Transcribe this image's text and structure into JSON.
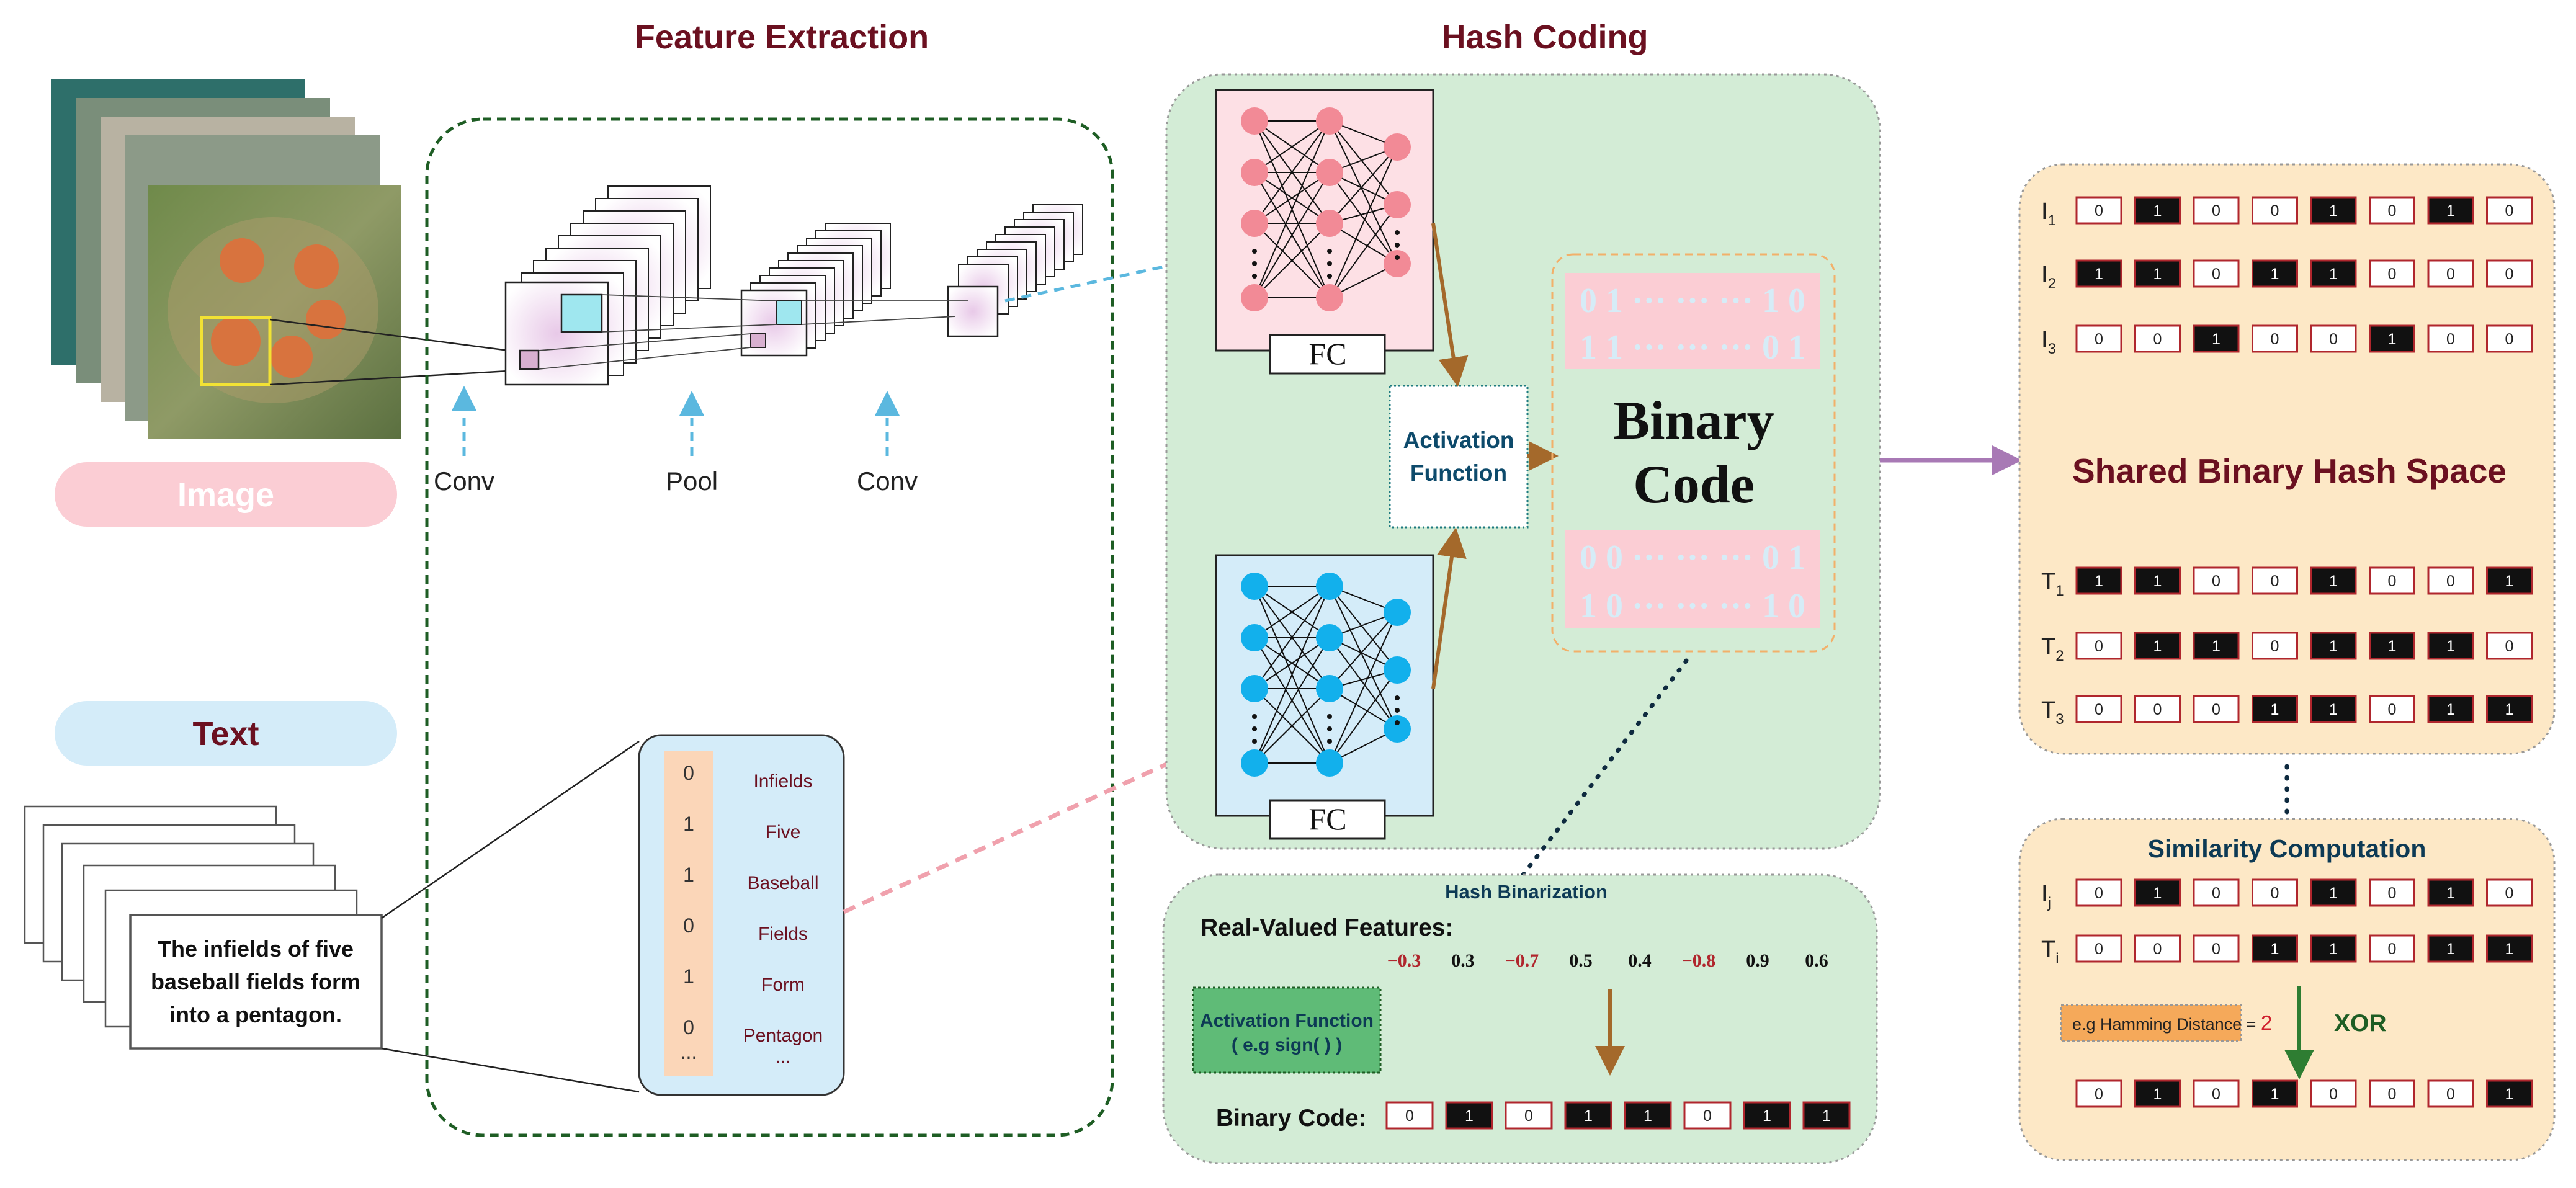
{
  "sections": {
    "feature_extraction": "Feature Extraction",
    "hash_coding": "Hash Coding"
  },
  "image_label": "Image",
  "text_label": "Text",
  "cnn_labels": [
    "Conv",
    "Pool",
    "Conv"
  ],
  "caption_lines": [
    "The infields of five",
    "baseball fields form",
    "into a pentagon."
  ],
  "bow": {
    "values": [
      "0",
      "1",
      "1",
      "0",
      "1",
      "0",
      "..."
    ],
    "words": [
      "Infields",
      "Five",
      "Baseball",
      "Fields",
      "Form",
      "Pentagon",
      "..."
    ]
  },
  "fc_label": "FC",
  "activation_box": [
    "Activation",
    "Function"
  ],
  "binary_code_title": [
    "Binary",
    "Code"
  ],
  "code_strings": {
    "image": [
      "0 1 ··· ··· ··· 1 0",
      "1 1 ··· ··· ··· 0 1"
    ],
    "text": [
      "0 0 ··· ··· ··· 0 1",
      "1 0 ··· ··· ··· 1 0"
    ]
  },
  "hash_binarization": {
    "title": "Hash Binarization",
    "real_label": "Real-Valued Features:",
    "real_values": [
      "−0.3",
      "0.3",
      "−0.7",
      "0.5",
      "0.4",
      "−0.8",
      "0.9",
      "0.6"
    ],
    "negative_color": "#b0262d",
    "act_lines": [
      "Activation Function",
      "( e.g sign(   ) )"
    ],
    "binary_label": "Binary Code:",
    "binary_bits": [
      "0",
      "1",
      "0",
      "1",
      "1",
      "0",
      "1",
      "1"
    ]
  },
  "shared_space": {
    "title": "Shared Binary Hash Space",
    "rows": [
      {
        "label": "I",
        "sub": "1",
        "bits": [
          "0",
          "1",
          "0",
          "0",
          "1",
          "0",
          "1",
          "0"
        ]
      },
      {
        "label": "I",
        "sub": "2",
        "bits": [
          "1",
          "1",
          "0",
          "1",
          "1",
          "0",
          "0",
          "0"
        ]
      },
      {
        "label": "I",
        "sub": "3",
        "bits": [
          "0",
          "0",
          "1",
          "0",
          "0",
          "1",
          "0",
          "0"
        ]
      },
      {
        "label": "T",
        "sub": "1",
        "bits": [
          "1",
          "1",
          "0",
          "0",
          "1",
          "0",
          "0",
          "1"
        ]
      },
      {
        "label": "T",
        "sub": "2",
        "bits": [
          "0",
          "1",
          "1",
          "0",
          "1",
          "1",
          "1",
          "0"
        ]
      },
      {
        "label": "T",
        "sub": "3",
        "bits": [
          "0",
          "0",
          "0",
          "1",
          "1",
          "0",
          "1",
          "1"
        ]
      }
    ]
  },
  "similarity": {
    "title": "Similarity Computation",
    "rows": [
      {
        "label": "I",
        "sub": "j",
        "bits": [
          "0",
          "1",
          "0",
          "0",
          "1",
          "0",
          "1",
          "0"
        ]
      },
      {
        "label": "T",
        "sub": "i",
        "bits": [
          "0",
          "0",
          "0",
          "1",
          "1",
          "0",
          "1",
          "1"
        ]
      }
    ],
    "hamming_text": "e.g Hamming Distance = ",
    "hamming_value": "2",
    "xor_label": "XOR",
    "result_bits": [
      "0",
      "1",
      "0",
      "1",
      "0",
      "0",
      "0",
      "1"
    ]
  },
  "colors": {
    "title_maroon": "#6b1020",
    "panel_green": "#d3ecd6",
    "panel_orange": "#fde8c6",
    "bit_border": "#b0262d",
    "node_red": "#f28a96",
    "node_blue": "#12b0ec",
    "image_pill": "#fbcdd4",
    "text_pill": "#d4ecf9",
    "arrow_blue": "#5bb8df",
    "arrow_pink": "#f0a1ad",
    "arrow_brown": "#a4692b",
    "arrow_purple": "#a879b5"
  }
}
